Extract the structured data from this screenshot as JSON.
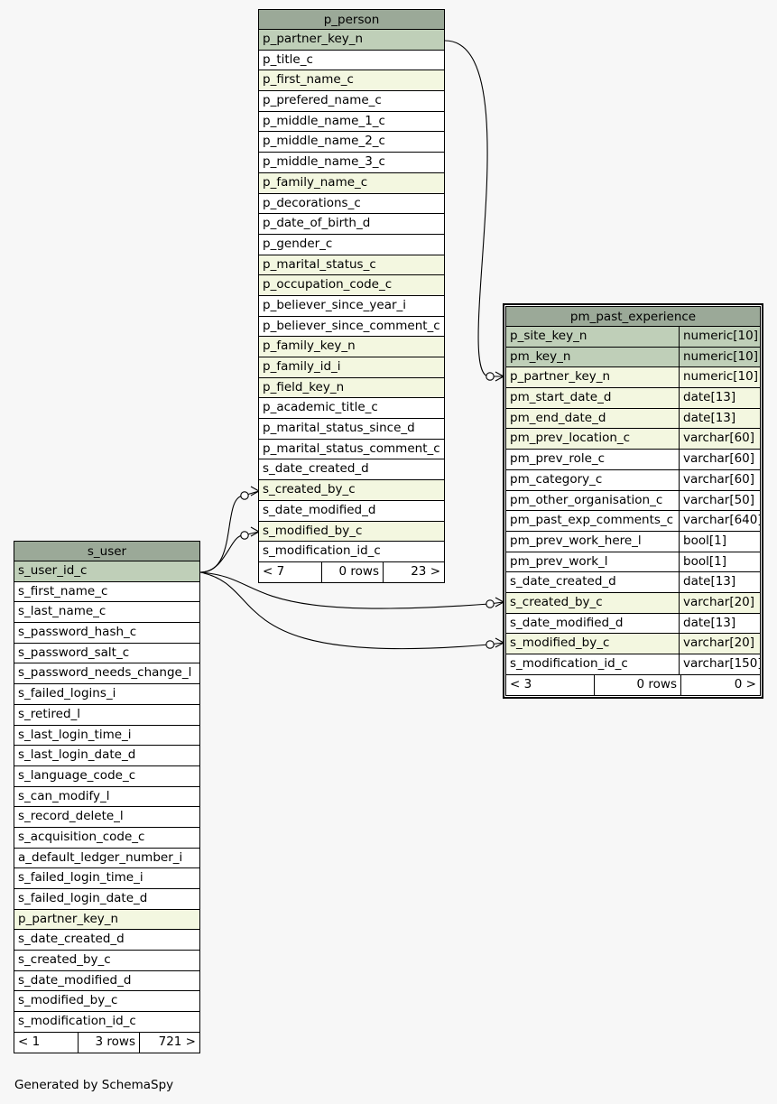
{
  "diagram": {
    "credit": "Generated by SchemaSpy",
    "tables": {
      "p_person": {
        "title": "p_person",
        "columns": [
          {
            "name": "p_partner_key_n",
            "kind": "pk"
          },
          {
            "name": "p_title_c",
            "kind": "plain"
          },
          {
            "name": "p_first_name_c",
            "kind": "fk"
          },
          {
            "name": "p_prefered_name_c",
            "kind": "plain"
          },
          {
            "name": "p_middle_name_1_c",
            "kind": "plain"
          },
          {
            "name": "p_middle_name_2_c",
            "kind": "plain"
          },
          {
            "name": "p_middle_name_3_c",
            "kind": "plain"
          },
          {
            "name": "p_family_name_c",
            "kind": "fk"
          },
          {
            "name": "p_decorations_c",
            "kind": "plain"
          },
          {
            "name": "p_date_of_birth_d",
            "kind": "plain"
          },
          {
            "name": "p_gender_c",
            "kind": "plain"
          },
          {
            "name": "p_marital_status_c",
            "kind": "fk"
          },
          {
            "name": "p_occupation_code_c",
            "kind": "fk"
          },
          {
            "name": "p_believer_since_year_i",
            "kind": "plain"
          },
          {
            "name": "p_believer_since_comment_c",
            "kind": "plain"
          },
          {
            "name": "p_family_key_n",
            "kind": "fk"
          },
          {
            "name": "p_family_id_i",
            "kind": "fk"
          },
          {
            "name": "p_field_key_n",
            "kind": "fk"
          },
          {
            "name": "p_academic_title_c",
            "kind": "plain"
          },
          {
            "name": "p_marital_status_since_d",
            "kind": "plain"
          },
          {
            "name": "p_marital_status_comment_c",
            "kind": "plain"
          },
          {
            "name": "s_date_created_d",
            "kind": "plain"
          },
          {
            "name": "s_created_by_c",
            "kind": "fk"
          },
          {
            "name": "s_date_modified_d",
            "kind": "plain"
          },
          {
            "name": "s_modified_by_c",
            "kind": "fk"
          },
          {
            "name": "s_modification_id_c",
            "kind": "plain"
          }
        ],
        "footer": {
          "parents": "< 7",
          "rows": "0 rows",
          "children": "23 >"
        }
      },
      "pm_past_experience": {
        "title": "pm_past_experience",
        "columns": [
          {
            "name": "p_site_key_n",
            "type": "numeric[10]",
            "kind": "pk"
          },
          {
            "name": "pm_key_n",
            "type": "numeric[10]",
            "kind": "pk"
          },
          {
            "name": "p_partner_key_n",
            "type": "numeric[10]",
            "kind": "fk"
          },
          {
            "name": "pm_start_date_d",
            "type": "date[13]",
            "kind": "fk"
          },
          {
            "name": "pm_end_date_d",
            "type": "date[13]",
            "kind": "fk"
          },
          {
            "name": "pm_prev_location_c",
            "type": "varchar[60]",
            "kind": "fk"
          },
          {
            "name": "pm_prev_role_c",
            "type": "varchar[60]",
            "kind": "plain"
          },
          {
            "name": "pm_category_c",
            "type": "varchar[60]",
            "kind": "plain"
          },
          {
            "name": "pm_other_organisation_c",
            "type": "varchar[50]",
            "kind": "plain"
          },
          {
            "name": "pm_past_exp_comments_c",
            "type": "varchar[640]",
            "kind": "plain"
          },
          {
            "name": "pm_prev_work_here_l",
            "type": "bool[1]",
            "kind": "plain"
          },
          {
            "name": "pm_prev_work_l",
            "type": "bool[1]",
            "kind": "plain"
          },
          {
            "name": "s_date_created_d",
            "type": "date[13]",
            "kind": "plain"
          },
          {
            "name": "s_created_by_c",
            "type": "varchar[20]",
            "kind": "fk"
          },
          {
            "name": "s_date_modified_d",
            "type": "date[13]",
            "kind": "plain"
          },
          {
            "name": "s_modified_by_c",
            "type": "varchar[20]",
            "kind": "fk"
          },
          {
            "name": "s_modification_id_c",
            "type": "varchar[150]",
            "kind": "plain"
          }
        ],
        "footer": {
          "parents": "< 3",
          "rows": "0 rows",
          "children": "0 >"
        }
      },
      "s_user": {
        "title": "s_user",
        "columns": [
          {
            "name": "s_user_id_c",
            "kind": "pk"
          },
          {
            "name": "s_first_name_c",
            "kind": "plain"
          },
          {
            "name": "s_last_name_c",
            "kind": "plain"
          },
          {
            "name": "s_password_hash_c",
            "kind": "plain"
          },
          {
            "name": "s_password_salt_c",
            "kind": "plain"
          },
          {
            "name": "s_password_needs_change_l",
            "kind": "plain"
          },
          {
            "name": "s_failed_logins_i",
            "kind": "plain"
          },
          {
            "name": "s_retired_l",
            "kind": "plain"
          },
          {
            "name": "s_last_login_time_i",
            "kind": "plain"
          },
          {
            "name": "s_last_login_date_d",
            "kind": "plain"
          },
          {
            "name": "s_language_code_c",
            "kind": "plain"
          },
          {
            "name": "s_can_modify_l",
            "kind": "plain"
          },
          {
            "name": "s_record_delete_l",
            "kind": "plain"
          },
          {
            "name": "s_acquisition_code_c",
            "kind": "plain"
          },
          {
            "name": "a_default_ledger_number_i",
            "kind": "plain"
          },
          {
            "name": "s_failed_login_time_i",
            "kind": "plain"
          },
          {
            "name": "s_failed_login_date_d",
            "kind": "plain"
          },
          {
            "name": "p_partner_key_n",
            "kind": "fk"
          },
          {
            "name": "s_date_created_d",
            "kind": "plain"
          },
          {
            "name": "s_created_by_c",
            "kind": "plain"
          },
          {
            "name": "s_date_modified_d",
            "kind": "plain"
          },
          {
            "name": "s_modified_by_c",
            "kind": "plain"
          },
          {
            "name": "s_modification_id_c",
            "kind": "plain"
          }
        ],
        "footer": {
          "parents": "< 1",
          "rows": "3 rows",
          "children": "721 >"
        }
      }
    },
    "colors": {
      "title_bg": "#9ba998",
      "pk_bg": "#bfcfb8",
      "fk_bg": "#f3f7e0",
      "background": "#f7f7f7"
    }
  }
}
